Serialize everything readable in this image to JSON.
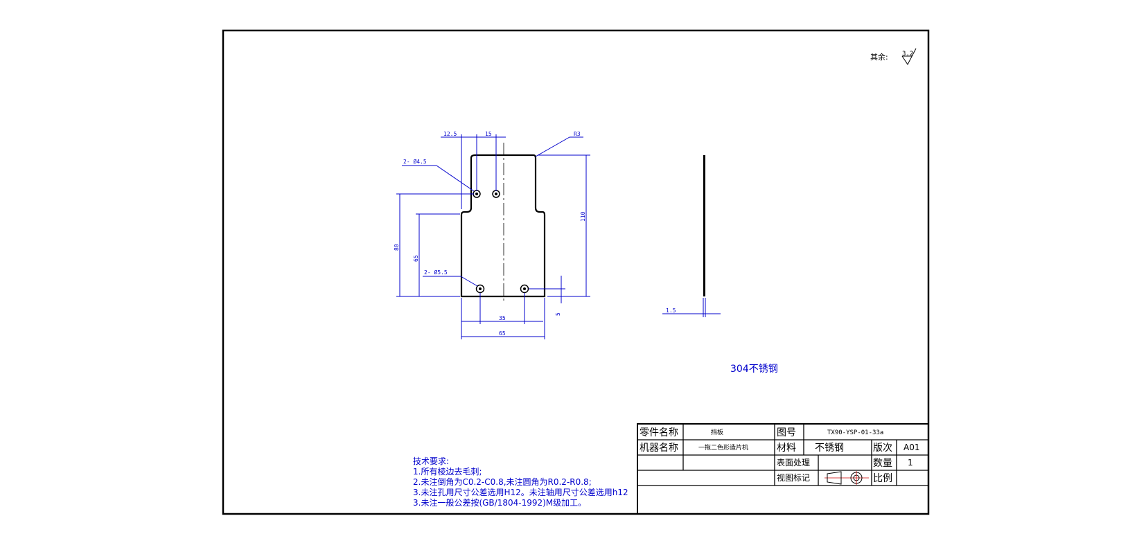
{
  "drawing": {
    "roughness_note": "其余:",
    "roughness_value": "3.2",
    "material_note": "304不锈钢",
    "dimensions": {
      "d_12_5": "12.5",
      "d_15": "15",
      "d_r3": "R3",
      "d_hole1": "2- Ø4.5",
      "d_hole2": "2- Ø5.5",
      "d_110": "110",
      "d_80": "80",
      "d_65v": "65",
      "d_5": "5",
      "d_35": "35",
      "d_65h": "65",
      "d_1_5": "1.5"
    }
  },
  "tech": {
    "title": "技术要求:",
    "lines": [
      "1.所有棱边去毛刺;",
      "2.未注倒角为C0.2-C0.8,未注圆角为R0.2-R0.8;",
      "3.未注孔用尺寸公差选用H12。未注轴用尺寸公差选用h12",
      "3.未注一般公差按(GB/1804-1992)M级加工。"
    ]
  },
  "titleblock": {
    "part_name_label": "零件名称",
    "part_name_value": "挡板",
    "drawing_no_label": "图号",
    "drawing_no_value": "TX90-YSP-01-33a",
    "machine_label": "机器名称",
    "machine_value": "一拖二色形造片机",
    "material_label": "材料",
    "material_value": "不锈钢",
    "version_label": "版次",
    "version_value": "A01",
    "surface_label": "表面处理",
    "qty_label": "数量",
    "qty_value": "1",
    "view_label": "视图标记",
    "scale_label": "比例"
  }
}
